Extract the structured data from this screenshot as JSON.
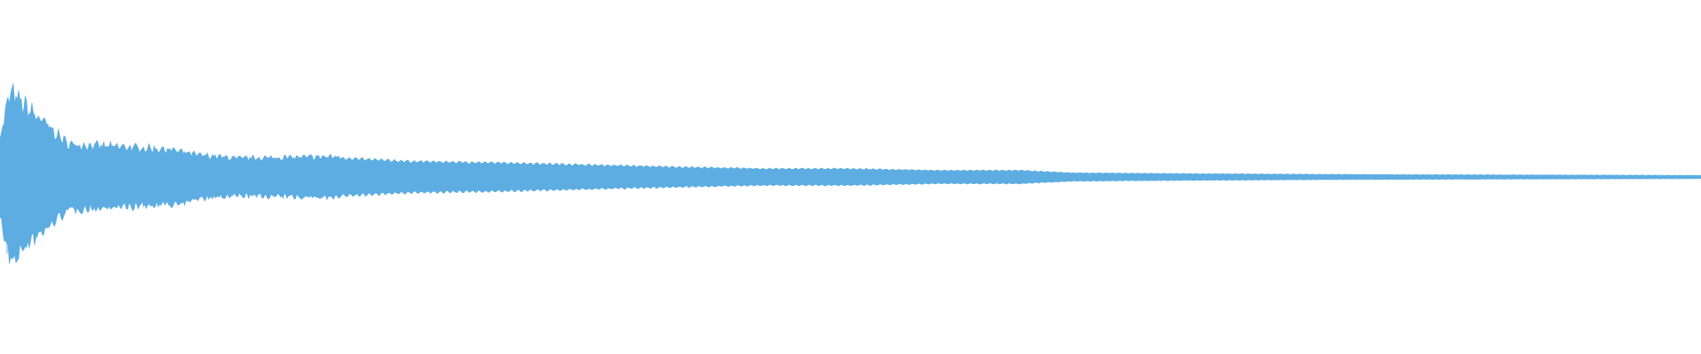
{
  "waveform": {
    "color": "#5dade2",
    "shape": "decaying-oscillation",
    "amplitude_envelope": [
      [
        0.0,
        0.45
      ],
      [
        0.006,
        0.95
      ],
      [
        0.04,
        0.37
      ],
      [
        0.1,
        0.31
      ],
      [
        0.115,
        0.25
      ],
      [
        0.14,
        0.21
      ],
      [
        0.2,
        0.23
      ],
      [
        0.24,
        0.19
      ],
      [
        0.3,
        0.17
      ],
      [
        0.36,
        0.14
      ],
      [
        0.4,
        0.12
      ],
      [
        0.45,
        0.1
      ],
      [
        0.5,
        0.1
      ],
      [
        0.55,
        0.08
      ],
      [
        0.6,
        0.08
      ],
      [
        0.63,
        0.05
      ],
      [
        0.7,
        0.04
      ],
      [
        0.8,
        0.03
      ],
      [
        0.9,
        0.025
      ],
      [
        1.0,
        0.02
      ]
    ]
  }
}
